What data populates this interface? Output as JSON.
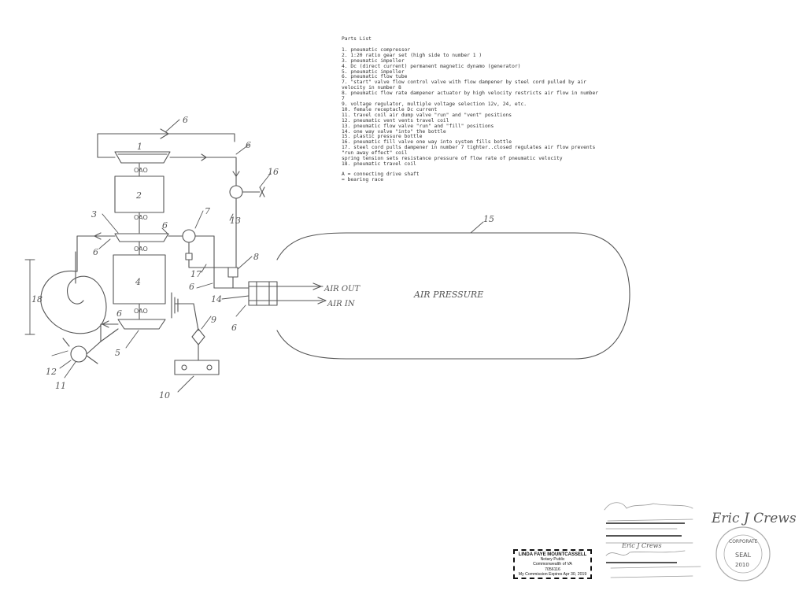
{
  "parts_list": {
    "title": "Parts List",
    "items": [
      "1. pneumatic compressor",
      "2. 1:20 ratio gear set (high side to number 1 )",
      "3. pneumatic impeller",
      "4. Dc (direct current) permanent magnetic dynamo (generator)",
      "5. pneumatic impeller",
      "6. pneumatic flow tube",
      "7. \"start\" valve   flow control valve with flow dampener by steel cord pulled by air velocity in number 8",
      "8. pneumatic flow rate dampener actuator by high velocity restricts air flow in number 7",
      "9. voltage regulator, multiple voltage selection 12v, 24, etc.",
      "10. female receptacle Dc current",
      "11. travel coil air dump valve \"run\" and \"vent\" positions",
      "12. pneumatic vent vents travel coil",
      "13. pneumatic flow valve \"run\" and \"fill\" positions",
      "14. one way valve \"into\" the bottle",
      "15. plastic pressure bottle",
      "16. pneumatic fill valve one way into system fills bottle",
      "17. steel cord pulls dampener in number 7 tighter..closed regulates air flow prevents \"run away effect\" coil",
      "      spring tension sets resistance pressure of flow rate of pneumatic velocity",
      "18. pneumatic travel coil"
    ],
    "legend": [
      "A = connecting drive shaft",
      "  = bearing race"
    ]
  },
  "diagram": {
    "bottle_label": "AIR PRESSURE",
    "air_out": "AIR OUT",
    "air_in": "AIR IN",
    "shaft_marks": [
      "OAO",
      "OAO",
      "OAO",
      "OAO"
    ],
    "callouts": [
      "1",
      "2",
      "3",
      "4",
      "5",
      "6",
      "6",
      "6",
      "6",
      "6",
      "6",
      "6",
      "7",
      "8",
      "9",
      "10",
      "11",
      "12",
      "13",
      "14",
      "15",
      "16",
      "17",
      "18"
    ]
  },
  "signatures": {
    "inventor": "Eric J Crews",
    "notary_small": "Eric J Crews"
  },
  "notary_stamp": {
    "name": "LINDA FAYE MOUNTCASSELL",
    "role": "Notary Public",
    "region": "Commonwealth of VA",
    "reg": "7056116",
    "expires": "My Commission Expires Apr 30, 2019"
  },
  "seal": {
    "top": "CORPORATE",
    "mid": "SEAL",
    "year": "2010"
  }
}
